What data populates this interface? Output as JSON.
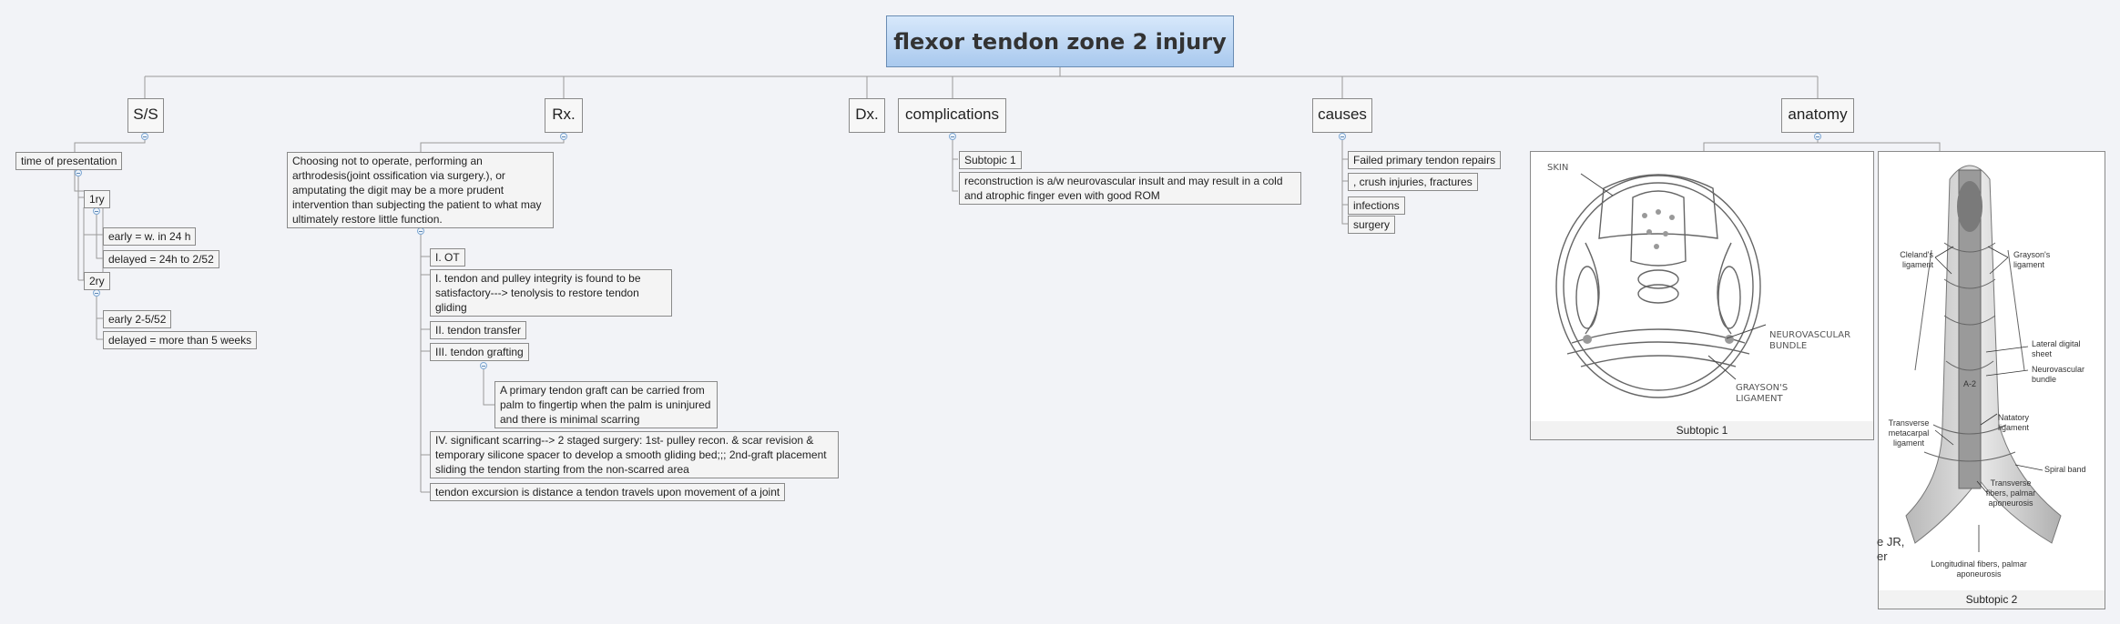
{
  "root": {
    "title": "flexor tendon zone 2 injury"
  },
  "branches": {
    "ss": "S/S",
    "rx": "Rx.",
    "dx": "Dx.",
    "complications": "complications",
    "causes": "causes",
    "anatomy": "anatomy"
  },
  "ss": {
    "time": "time of presentation",
    "primary": "1ry",
    "early24": "early = w. in 24 h",
    "delayed24": "delayed = 24h to 2/52",
    "secondary": "2ry",
    "early25": "early 2-5/52",
    "delayed5": "delayed = more than 5 weeks"
  },
  "rx": {
    "choosing": "Choosing not to operate, performing an arthrodesis(joint ossification via surgery.), or amputating the digit may be a more prudent intervention than subjecting the patient to what may ultimately restore little function.",
    "ot": "I. OT",
    "tenolysis": "I. tendon and pulley integrity is found to be satisfactory---> tenolysis to restore tendon gliding",
    "transfer": "II. tendon transfer",
    "grafting": "III. tendon grafting",
    "graft_note": "A primary tendon graft can be carried from palm to fingertip when the palm is uninjured and there is minimal scarring",
    "scarring": "IV. significant scarring--> 2 staged surgery: 1st- pulley recon. & scar revision & temporary silicone spacer to develop a smooth gliding bed;;; 2nd-graft placement sliding the tendon starting from the non-scarred area",
    "excursion": "tendon excursion is distance a tendon travels upon movement of a joint"
  },
  "complications": {
    "subtopic": "Subtopic 1",
    "text": "reconstruction is a/w neurovascular insult and may result in a cold and atrophic finger even with good ROM"
  },
  "causes": {
    "items": [
      "Failed primary tendon repairs",
      ", crush injuries, fractures",
      "infections",
      "surgery"
    ]
  },
  "anatomy": {
    "img1": {
      "caption": "Subtopic 1",
      "labels": {
        "skin": "SKIN",
        "nv1": "NEUROVASCULAR",
        "nv2": "BUNDLE",
        "gr1": "GRAYSON'S",
        "gr2": "LIGAMENT"
      }
    },
    "img2": {
      "caption": "Subtopic 2",
      "labels": {
        "cleland": "Cleland's ligament",
        "grayson": "Grayson's ligament",
        "lateral": "Lateral digital sheet",
        "nvb": "Neurovascular bundle",
        "a2": "A-2",
        "natatory": "Natatory ligament",
        "transverse_meta": "Transverse metacarpal ligament",
        "spiral": "Spiral band",
        "transverse_fibers": "Transverse fibers, palmar aponeurosis",
        "longitudinal": "Longitudinal fibers, palmar aponeurosis",
        "fragment": "e JR,\ner"
      }
    }
  }
}
